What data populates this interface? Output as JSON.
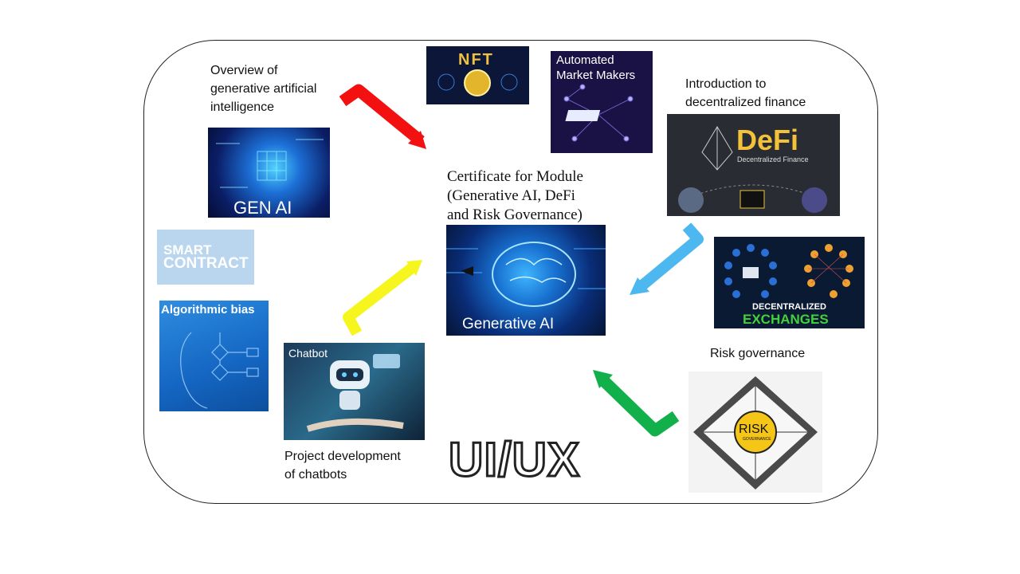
{
  "center": {
    "title": "Certificate for Module\n(Generative AI, DeFi\nand Risk Governance)",
    "image_text": "Generative AI"
  },
  "labels": {
    "gen_ai_overview": "Overview of\ngenerative artificial\nintelligence",
    "defi_intro": "Introduction to\ndecentralized finance",
    "risk_governance": "Risk governance",
    "chatbots_project": "Project development\nof chatbots"
  },
  "tiles": {
    "gen_ai": "GEN AI",
    "nft": "NFT",
    "amm": "Automated\nMarket Makers",
    "defi": "DeFi",
    "defi_sub": "Decentralized Finance",
    "dex_line1": "DECENTRALIZED",
    "dex_line2": "EXCHANGES",
    "smart_contract_line1": "SMART",
    "smart_contract_line2": "CONTRACT",
    "algo_bias": "Algorithmic bias",
    "chatbot": "Chatbot",
    "uiux": "UI/UX",
    "risk": "RISK",
    "risk_sub": "GOVERNANCE"
  },
  "colors": {
    "arrow_red": "#f21010",
    "arrow_blue": "#4db8f0",
    "arrow_yellow": "#f6f61e",
    "arrow_green": "#12b04a",
    "defi_gold": "#f3c13a",
    "dex_green": "#43d13b",
    "risk_yellow": "#f5c518"
  }
}
